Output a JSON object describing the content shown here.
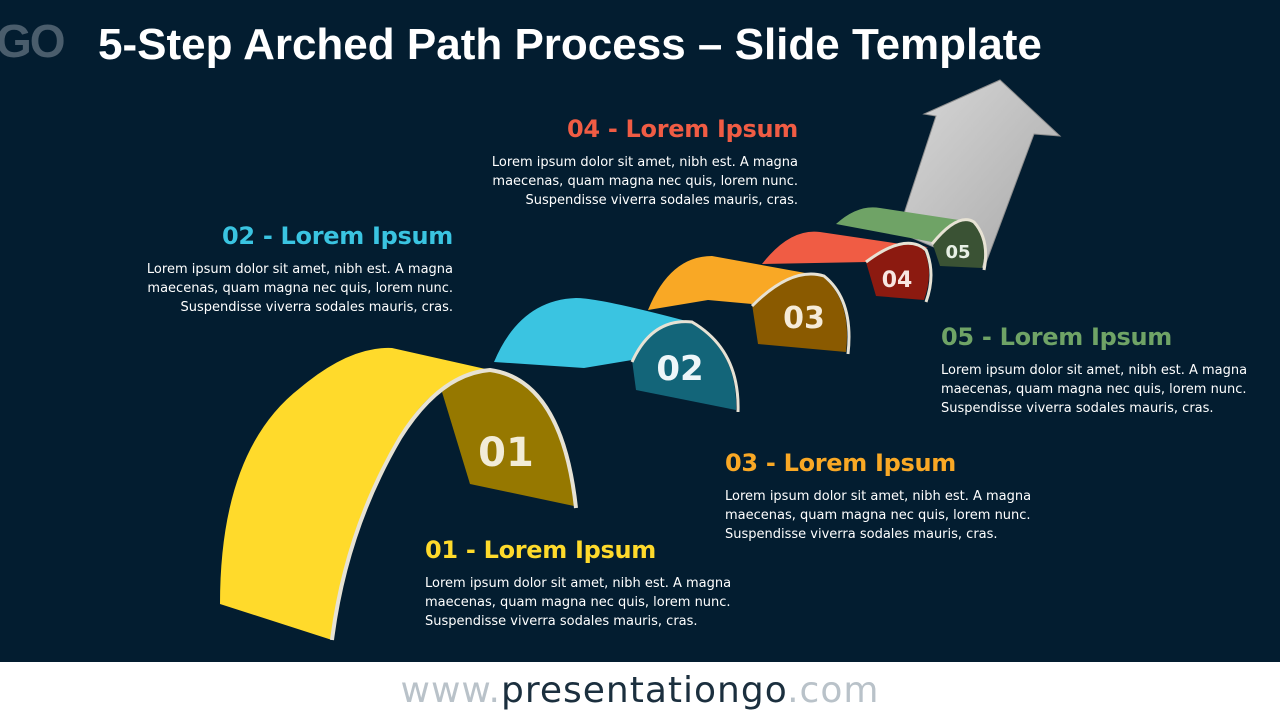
{
  "header": {
    "logo_text": "GO",
    "title": "5-Step Arched Path Process – Slide Template"
  },
  "diagram": {
    "arrow_color": "#c0c0c0",
    "steps": [
      {
        "number": "01",
        "heading": "01 - Lorem Ipsum",
        "color": "#ffda2b",
        "shade": "#967800",
        "body": "Lorem ipsum dolor sit amet, nibh est. A magna maecenas, quam magna nec quis, lorem nunc. Suspendisse viverra sodales mauris, cras."
      },
      {
        "number": "02",
        "heading": "02 - Lorem Ipsum",
        "color": "#3ac4e1",
        "shade": "#136579",
        "body": "Lorem ipsum dolor sit amet, nibh est. A magna maecenas, quam magna nec quis, lorem nunc. Suspendisse viverra sodales mauris, cras."
      },
      {
        "number": "03",
        "heading": "03 - Lorem Ipsum",
        "color": "#f9a825",
        "shade": "#8a5a00",
        "body": "Lorem ipsum dolor sit amet, nibh est. A magna maecenas, quam magna nec quis, lorem nunc. Suspendisse viverra sodales mauris, cras."
      },
      {
        "number": "04",
        "heading": "04 - Lorem Ipsum",
        "color": "#f05c44",
        "shade": "#8c1a10",
        "body": "Lorem ipsum dolor sit amet, nibh est. A magna maecenas, quam magna nec quis, lorem nunc. Suspendisse viverra sodales mauris, cras."
      },
      {
        "number": "05",
        "heading": "05 - Lorem Ipsum",
        "color": "#6fa366",
        "shade": "#3a5234",
        "body": "Lorem ipsum dolor sit amet, nibh est. A magna maecenas, quam magna nec quis, lorem nunc. Suspendisse viverra sodales mauris, cras."
      }
    ]
  },
  "footer": {
    "prefix": "www.",
    "brand": "presentationgo",
    "suffix": ".com"
  }
}
